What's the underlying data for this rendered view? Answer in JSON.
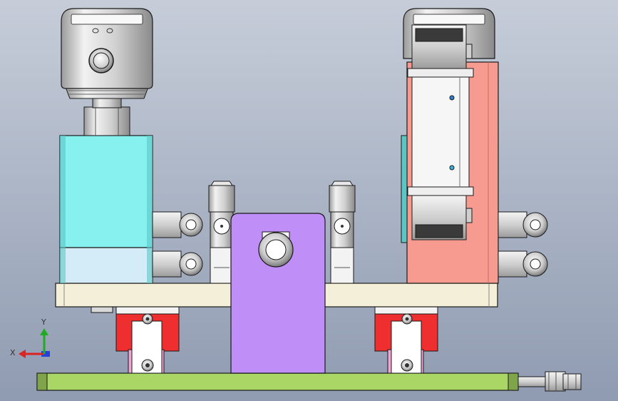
{
  "scene": {
    "type": "cad-assembly-front-view",
    "background": {
      "top": "#c6cdd9",
      "bottom": "#8f9bb1"
    }
  },
  "triad": {
    "x_label": "X",
    "y_label": "Y",
    "x_color": "#dd2222",
    "y_color": "#22aa22",
    "z_color": "#2244dd"
  },
  "colors": {
    "outline": "#1a1a1a",
    "cyan_block": "#86f1ef",
    "cyan_block_lower": "#d4ecf8",
    "salmon_plate": "#f79b90",
    "purple_plate": "#c08ef7",
    "top_plate": "#f3efd8",
    "red_carriage": "#ef2f2f",
    "base_rail": "#a9d665",
    "pink_clamp": "#f2a4d6",
    "metal_light": "#e6e6e6",
    "metal_mid": "#c2c2c2",
    "metal_dark": "#8c8c8c"
  },
  "components": [
    {
      "name": "pressure-sensor-left"
    },
    {
      "name": "pressure-sensor-right"
    },
    {
      "name": "cyan-valve-block"
    },
    {
      "name": "salmon-mount-plate"
    },
    {
      "name": "slide-cylinder"
    },
    {
      "name": "purple-bracket"
    },
    {
      "name": "top-plate"
    },
    {
      "name": "linear-carriage-left"
    },
    {
      "name": "linear-carriage-right"
    },
    {
      "name": "base-rail"
    },
    {
      "name": "cable-connector"
    }
  ]
}
